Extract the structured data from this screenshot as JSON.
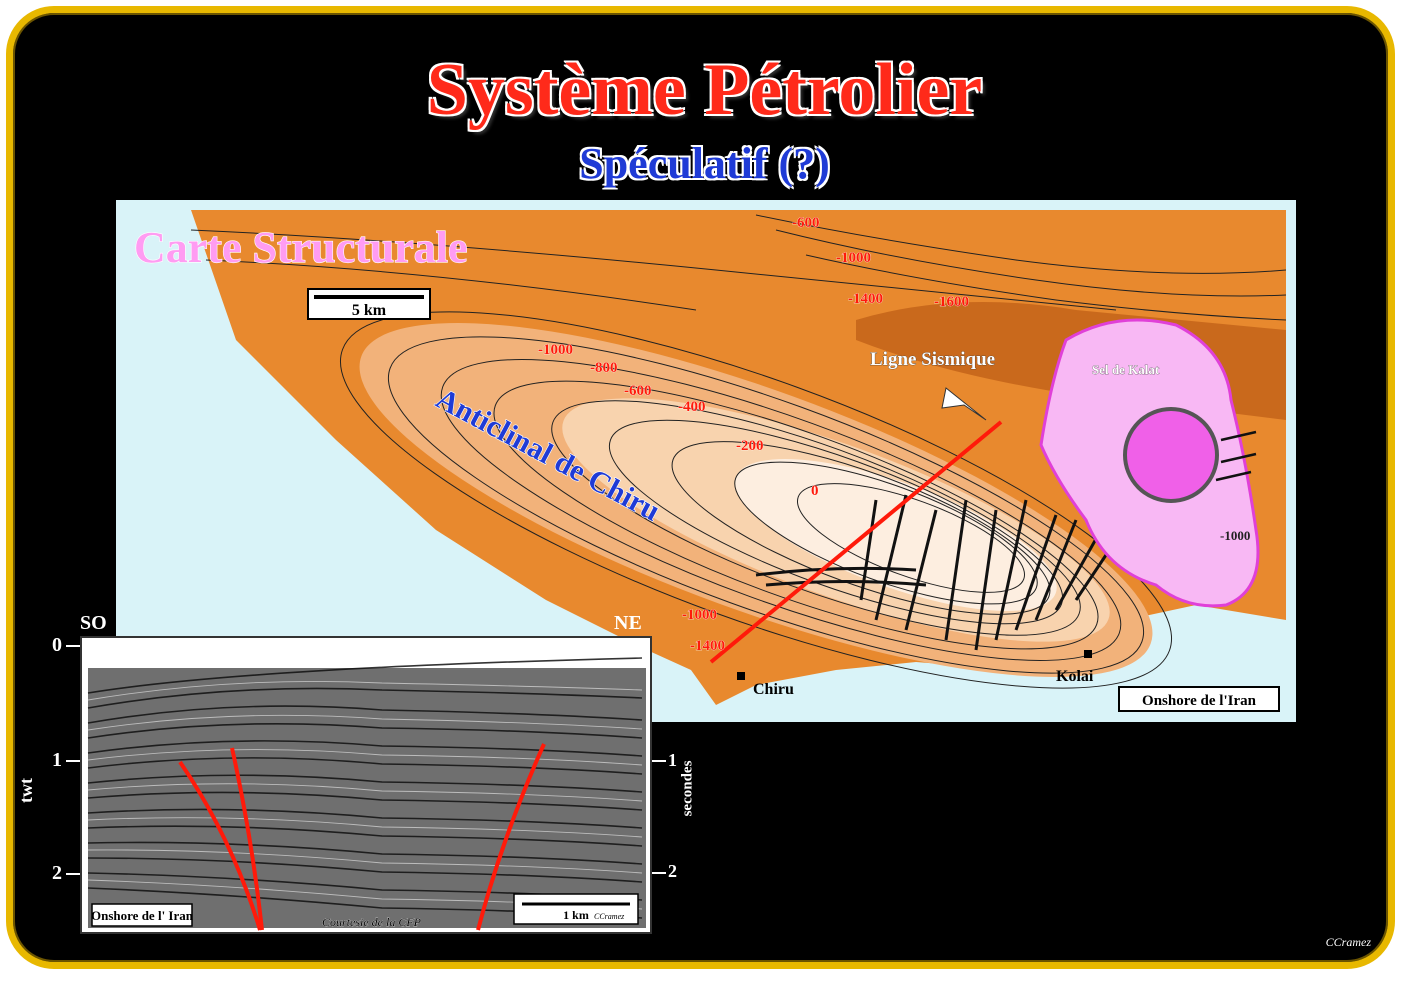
{
  "title": "Système Pétrolier",
  "subtitle": "Spéculatif (?)",
  "map": {
    "heading": "Carte Structurale",
    "scale_label": "5 km",
    "anticline_label": "Anticlinal de Chiru",
    "seismic_line_label": "Ligne Sismique",
    "salt_label": "Sel de Kalat",
    "region_label": "Onshore de l'Iran",
    "towns": [
      "Chiru",
      "Kolai"
    ],
    "contours": [
      "-600",
      "-1000",
      "-1400",
      "-1600",
      "-1000",
      "-800",
      "-600",
      "-400",
      "-200",
      "0",
      "-1000",
      "-1400",
      "-1000"
    ]
  },
  "section": {
    "left_end": "SO",
    "right_end": "NE",
    "left_axis_label": "twt",
    "right_axis_label": "secondes",
    "ticks_left": [
      "0",
      "1",
      "2"
    ],
    "ticks_right": [
      "1",
      "2"
    ],
    "region_label": "Onshore de l' Iran",
    "courtesy": "Courtesie de la CFP",
    "scale_label": "1 km",
    "scale_author": "CCramez"
  },
  "credit": "CCramez",
  "colors": {
    "title": "#ff2a1a",
    "subtitle": "#1f3bd6",
    "orange": "#e8892e",
    "dark_orange": "#c9691c",
    "salt": "#f8b8f4",
    "salt_core": "#f060e8",
    "fault": "#ff0000",
    "frame": "#e8b800"
  }
}
